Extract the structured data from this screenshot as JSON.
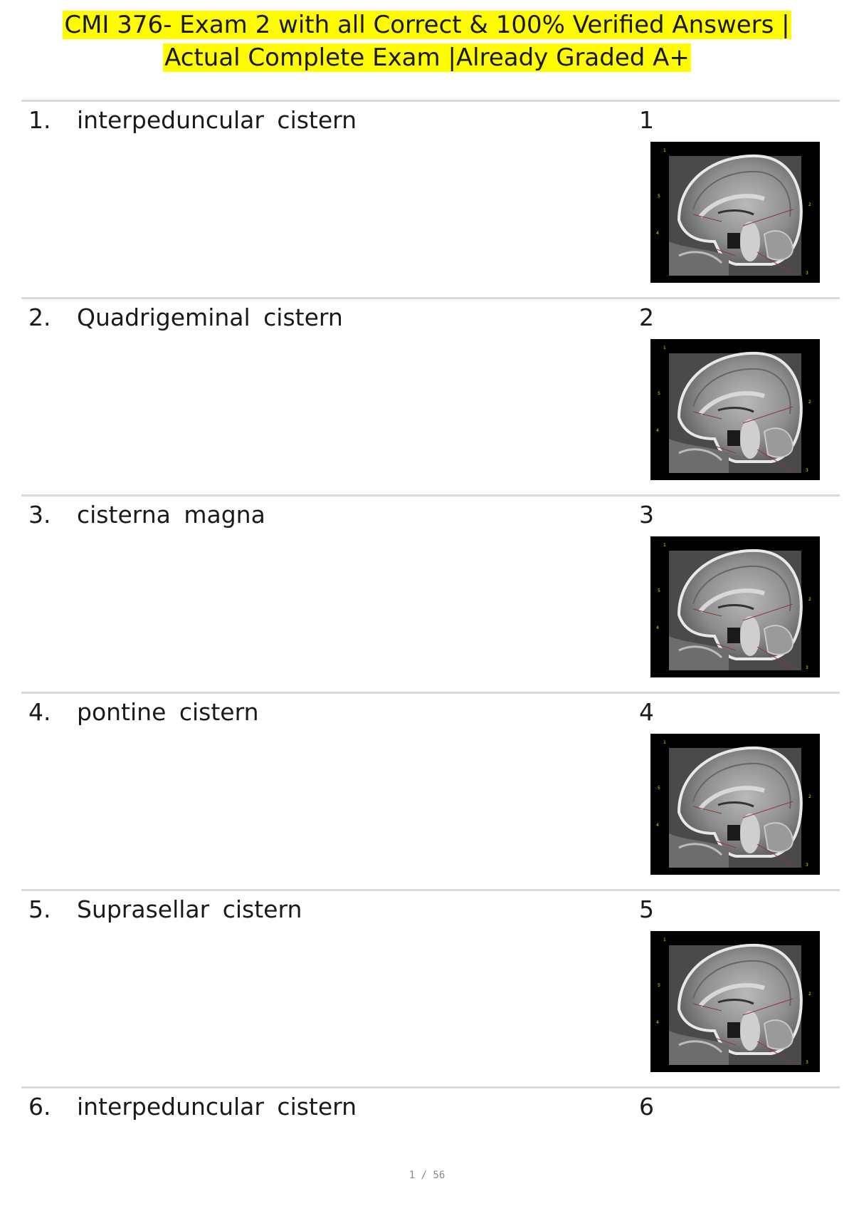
{
  "document": {
    "title_line1": "CMI 376- Exam 2 with all Correct & 100% Verified Answers |",
    "title_line2": "Actual Complete Exam |Already Graded A+",
    "highlight_color": "#fffb00"
  },
  "entries": [
    {
      "number": "1.",
      "term": "interpeduncular cistern",
      "answer": "1",
      "has_image": true
    },
    {
      "number": "2.",
      "term": "Quadrigeminal cistern",
      "answer": "2",
      "has_image": true
    },
    {
      "number": "3.",
      "term": "cisterna magna",
      "answer": "3",
      "has_image": true
    },
    {
      "number": "4.",
      "term": "pontine cistern",
      "answer": "4",
      "has_image": true
    },
    {
      "number": "5.",
      "term": "Suprasellar cistern",
      "answer": "5",
      "has_image": true
    },
    {
      "number": "6.",
      "term": "interpeduncular cistern",
      "answer": "6",
      "has_image": false
    }
  ],
  "footer": {
    "page_indicator": "1 / 56"
  }
}
